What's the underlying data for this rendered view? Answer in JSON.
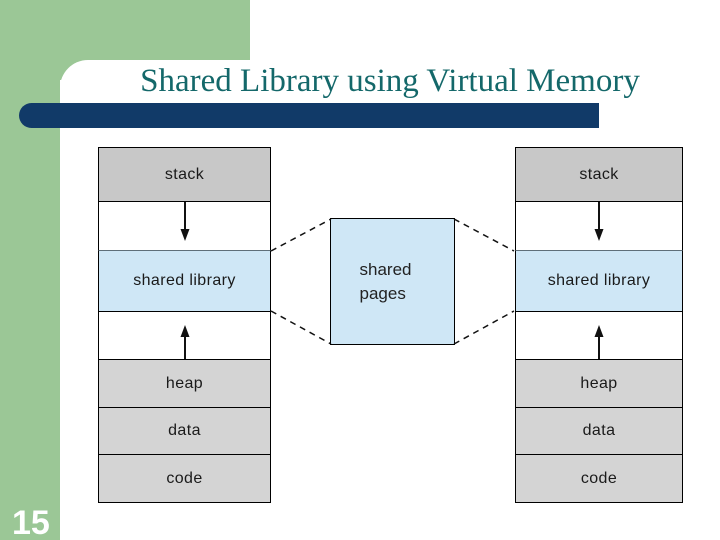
{
  "slide": {
    "title": "Shared Library using Virtual Memory",
    "page_number": "15"
  },
  "colors": {
    "accent_green": "#9bc796",
    "accent_navy": "#113a68",
    "title_teal": "#14686a",
    "box_gray": "#d4d4d4",
    "stack_gray": "#c8c8c8",
    "shared_blue": "#cfe7f6"
  },
  "diagram": {
    "memory_map_cells": [
      {
        "name": "stack-cell",
        "label": "stack",
        "type": "gray"
      },
      {
        "name": "growth-gap-down-cell",
        "label": "",
        "type": "white",
        "arrow": "down",
        "icon": "down-arrow-icon"
      },
      {
        "name": "shared-library-cell",
        "label": "shared library",
        "type": "blue"
      },
      {
        "name": "growth-gap-up-cell",
        "label": "",
        "type": "white",
        "arrow": "up",
        "icon": "up-arrow-icon"
      },
      {
        "name": "heap-cell",
        "label": "heap",
        "type": "gray"
      },
      {
        "name": "data-cell",
        "label": "data",
        "type": "gray"
      },
      {
        "name": "code-cell",
        "label": "code",
        "type": "gray"
      }
    ],
    "center_box": {
      "label": "shared pages"
    }
  }
}
